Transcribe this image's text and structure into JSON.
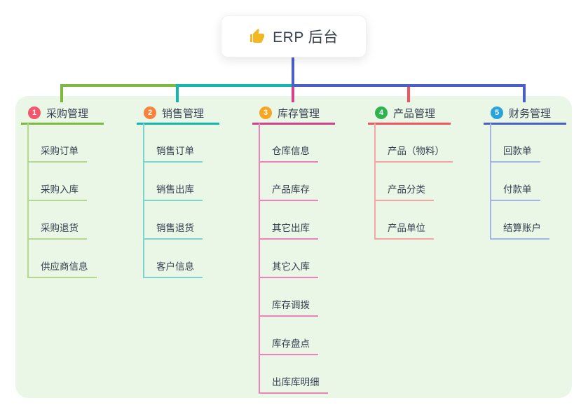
{
  "root": {
    "title": "ERP 后台",
    "icon": "thumbs-up-icon",
    "icon_color": "#f2b723"
  },
  "canvas": {
    "background": "#ebf7e6"
  },
  "branches": [
    {
      "index": "1",
      "label": "采购管理",
      "badge_color": "#f4566c",
      "line_color": "#7cb93e",
      "sub_line_color": "#b4d98e",
      "children": [
        "采购订单",
        "采购入库",
        "采购退货",
        "供应商信息"
      ]
    },
    {
      "index": "2",
      "label": "销售管理",
      "badge_color": "#f6823c",
      "line_color": "#12b7ae",
      "sub_line_color": "#7cd4cd",
      "children": [
        "销售订单",
        "销售出库",
        "销售退货",
        "客户信息"
      ]
    },
    {
      "index": "3",
      "label": "库存管理",
      "badge_color": "#f6a623",
      "line_color": "#d6418e",
      "sub_line_color": "#ef82ba",
      "children": [
        "仓库信息",
        "产品库存",
        "其它出库",
        "其它入库",
        "库存调拨",
        "库存盘点",
        "出库库明细"
      ]
    },
    {
      "index": "4",
      "label": "产品管理",
      "badge_color": "#2eb350",
      "line_color": "#f4545e",
      "sub_line_color": "#f8a3a5",
      "children": [
        "产品（物料）",
        "产品分类",
        "产品单位"
      ]
    },
    {
      "index": "5",
      "label": "财务管理",
      "badge_color": "#29a3dc",
      "line_color": "#4a60c6",
      "sub_line_color": "#a2b7e6",
      "children": [
        "回款单",
        "付款单",
        "结算账户"
      ]
    }
  ]
}
